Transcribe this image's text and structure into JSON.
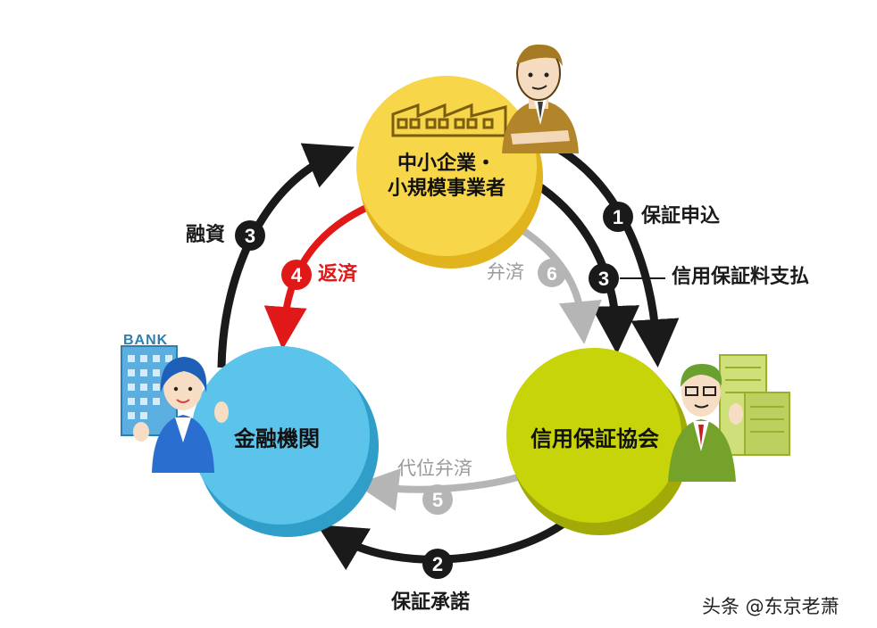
{
  "nodes": {
    "sme": {
      "line1": "中小企業・",
      "line2": "小規模事業者"
    },
    "bank": {
      "label": "金融機関",
      "sign": "BANK"
    },
    "guarantee": {
      "label": "信用保証協会"
    }
  },
  "steps": {
    "s1": {
      "num": "1",
      "label": "保証申込"
    },
    "s2": {
      "num": "2",
      "label": "保証承諾"
    },
    "s3_loan": {
      "num": "3",
      "label": "融資"
    },
    "s3_fee": {
      "num": "3",
      "label": "信用保証料支払"
    },
    "s4": {
      "num": "4",
      "label": "返済"
    },
    "s5": {
      "num": "5",
      "label": "代位弁済"
    },
    "s6": {
      "num": "6",
      "label": "弁済"
    }
  },
  "watermark": "头条 @东京老萧",
  "colors": {
    "dark_arrow": "#1a1a1a",
    "red_arrow": "#e01818",
    "gray_arrow": "#b5b5b5",
    "sme_fill": "#f7d64a",
    "bank_fill": "#5cc3ea",
    "guarantee_fill": "#c7d40a"
  }
}
